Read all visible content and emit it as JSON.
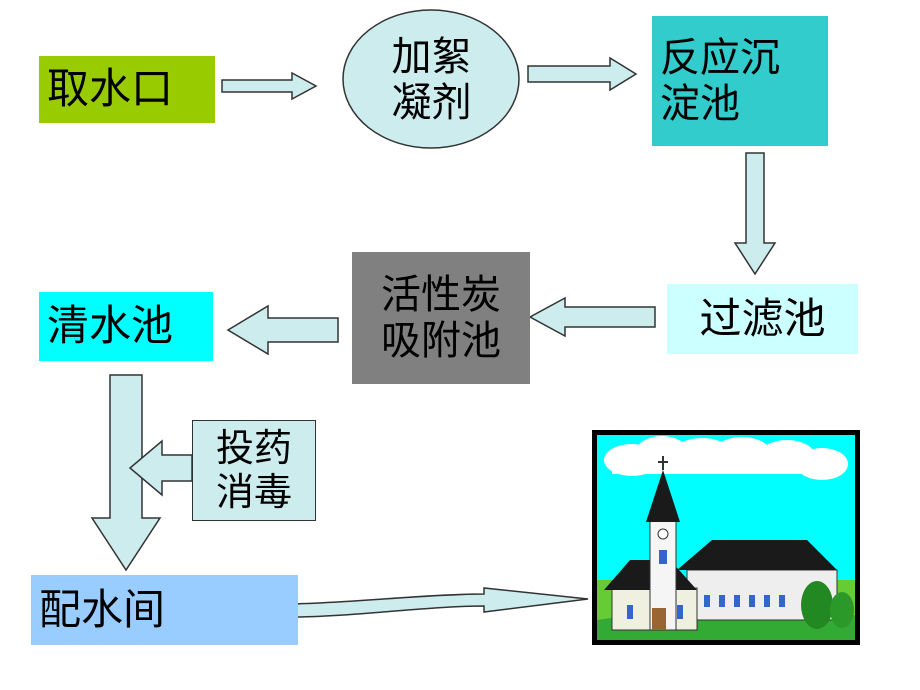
{
  "nodes": {
    "intake": {
      "label": "取水口",
      "color": "#99CC00"
    },
    "coagulant": {
      "line1": "加絮",
      "line2": "凝剂",
      "color": "#CCECEE"
    },
    "sedimentation": {
      "line1": "反应沉",
      "line2": "淀池",
      "color": "#33CCCC"
    },
    "filter": {
      "label": "过滤池",
      "color": "#CCFFFF"
    },
    "carbon": {
      "line1": "活性炭",
      "line2": "吸附池",
      "color": "#808080"
    },
    "clear_water": {
      "label": "清水池",
      "color": "#00FFFF"
    },
    "disinfect": {
      "line1": "投药",
      "line2": "消毒",
      "color": "#CCECEE"
    },
    "distribution": {
      "label": "配水间",
      "color": "#99CCFF"
    }
  },
  "colors": {
    "arrow_fill": "#CCECEE",
    "arrow_stroke": "#333333"
  },
  "clipart": {
    "icon": "church-icon"
  }
}
